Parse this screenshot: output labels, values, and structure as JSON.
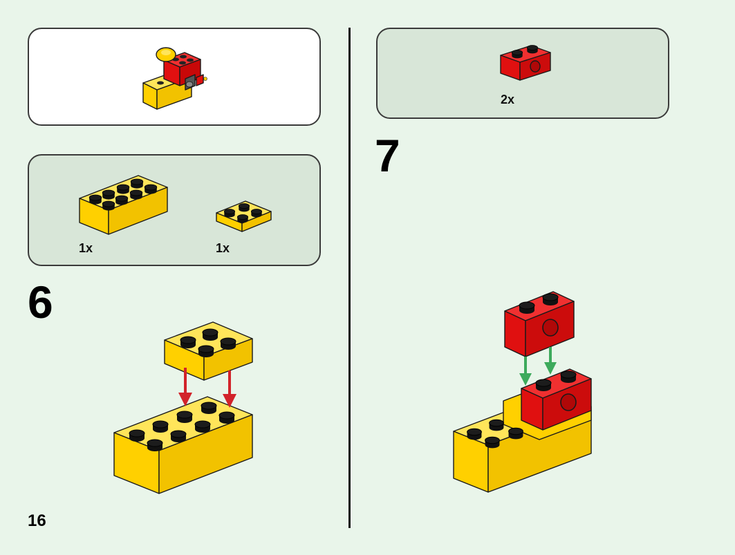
{
  "page": {
    "number": "16"
  },
  "colors": {
    "yellow": "#ffd700",
    "red": "#e01010",
    "arrow_red": "#d2232a",
    "arrow_green": "#3daa5c",
    "panel_green": "#d8e6d8"
  },
  "step6": {
    "number": "6",
    "parts": [
      {
        "name": "yellow-brick-2x4",
        "qty": "1x"
      },
      {
        "name": "yellow-plate-2x2",
        "qty": "1x"
      }
    ]
  },
  "step7": {
    "number": "7",
    "parts": [
      {
        "name": "red-technic-brick-1x2",
        "qty": "2x"
      }
    ]
  }
}
